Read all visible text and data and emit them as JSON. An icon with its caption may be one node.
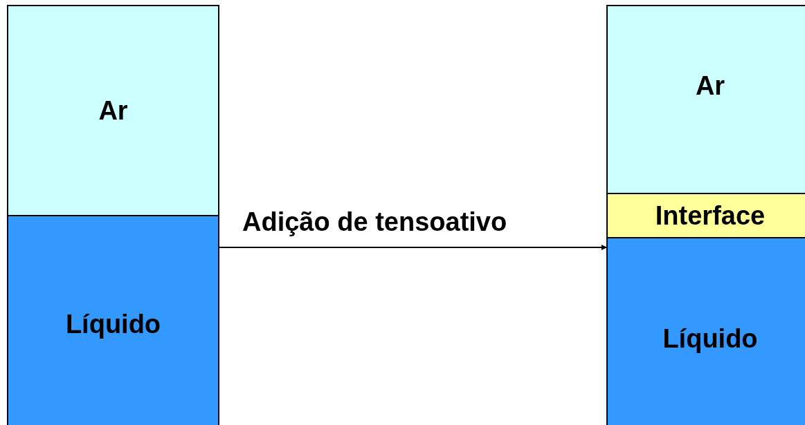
{
  "diagram": {
    "nodes": [
      {
        "text": [],
        "shape": "box"
      },
      {
        "text": [
          "Ar"
        ],
        "in": 0
      },
      {
        "text": [
          "Líquido"
        ],
        "in": 0
      },
      {
        "text": [],
        "shape": "box"
      },
      {
        "text": [
          "Ar"
        ],
        "in": 3
      },
      {
        "text": [
          "Interface"
        ],
        "in": 3
      },
      {
        "text": [
          "Líquido"
        ],
        "in": 3
      }
    ],
    "edges": [
      {
        "from": 0,
        "to": 3,
        "arrow": "to",
        "label": "Adição de tensoativo"
      }
    ]
  }
}
